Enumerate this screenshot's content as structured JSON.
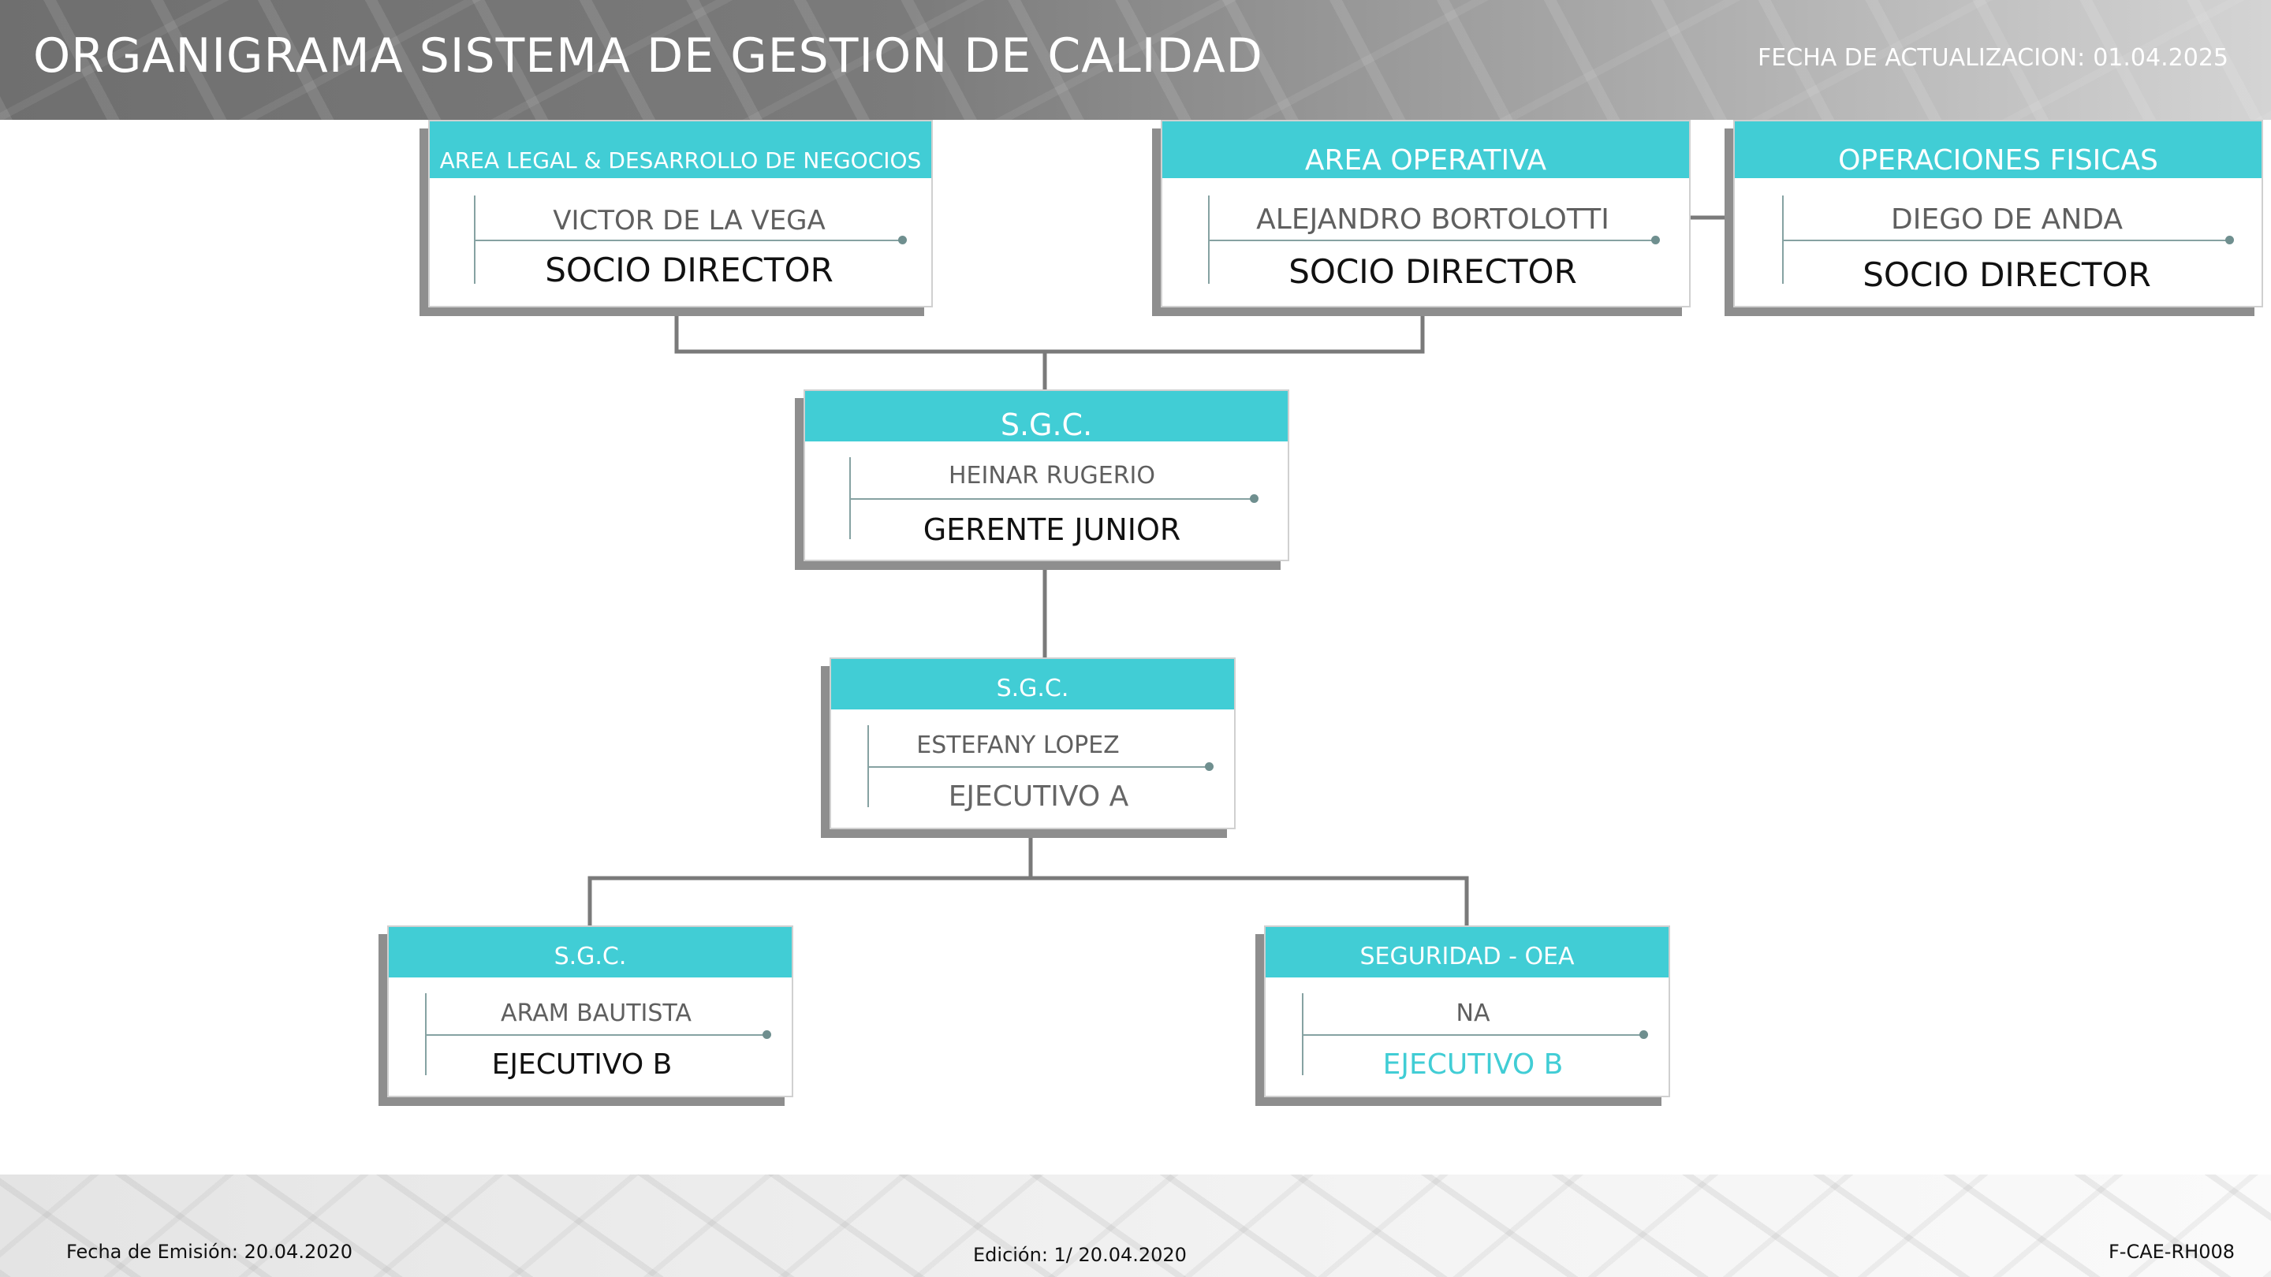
{
  "header": {
    "title": "ORGANIGRAMA SISTEMA DE GESTION DE CALIDAD",
    "update_label": "FECHA DE ACTUALIZACION:",
    "update_date": "01.04.2025"
  },
  "nodes": {
    "legal": {
      "area": "AREA LEGAL & DESARROLLO DE NEGOCIOS",
      "name": "VICTOR DE LA VEGA",
      "role": "SOCIO DIRECTOR"
    },
    "operativa": {
      "area": "AREA OPERATIVA",
      "name": "ALEJANDRO BORTOLOTTI",
      "role": "SOCIO DIRECTOR"
    },
    "fisicas": {
      "area": "OPERACIONES FISICAS",
      "name": "DIEGO DE ANDA",
      "role": "SOCIO DIRECTOR"
    },
    "sgc_gerente": {
      "area": "S.G.C.",
      "name": "HEINAR RUGERIO",
      "role": "GERENTE JUNIOR"
    },
    "sgc_ejecutivo_a": {
      "area": "S.G.C.",
      "name": "ESTEFANY LOPEZ",
      "role": "EJECUTIVO A"
    },
    "sgc_ejecutivo_b": {
      "area": "S.G.C.",
      "name": "ARAM BAUTISTA",
      "role": "EJECUTIVO B"
    },
    "seguridad": {
      "area": "SEGURIDAD - OEA",
      "name": "NA",
      "role": "EJECUTIVO B"
    }
  },
  "colors": {
    "accent": "#41cdd5",
    "role_accent": "#41cdd5",
    "connector": "#7a7a7a",
    "card_shadow": "#8e8e8e"
  },
  "footer": {
    "emission": "Fecha de Emisión: 20.04.2020",
    "edition": "Edición: 1/ 20.04.2020",
    "code": "F-CAE-RH008"
  }
}
